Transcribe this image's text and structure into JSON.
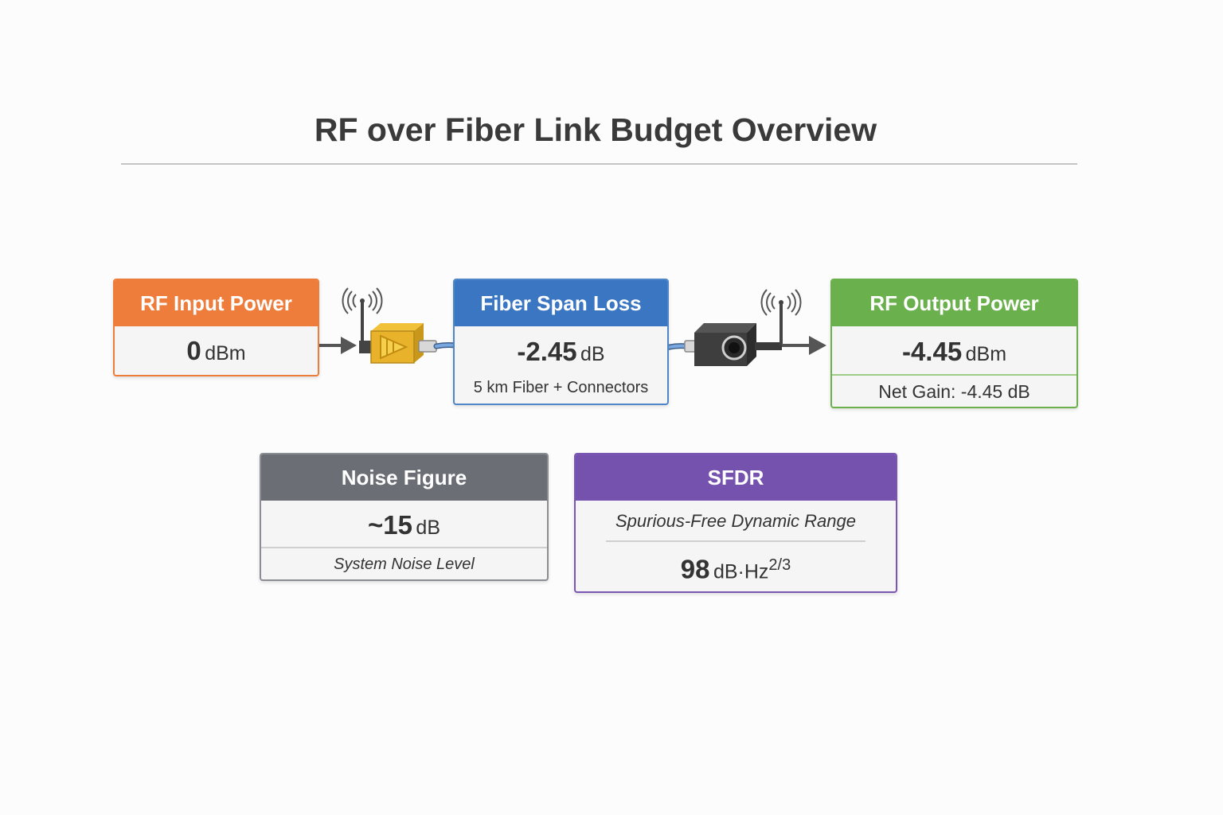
{
  "title": "RF over Fiber Link Budget Overview",
  "rf_input": {
    "header": "RF Input Power",
    "value": "0",
    "unit": "dBm"
  },
  "fiber_span": {
    "header": "Fiber Span Loss",
    "value": "-2.45",
    "unit": "dB",
    "description": "5 km Fiber + Connectors"
  },
  "rf_output": {
    "header": "RF Output Power",
    "value": "-4.45",
    "unit": "dBm",
    "net_gain_label": "Net Gain:",
    "net_gain_value": "-4.45 dB"
  },
  "noise_figure": {
    "header": "Noise Figure",
    "value": "~15",
    "unit": "dB",
    "description": "System Noise Level"
  },
  "sfdr": {
    "header": "SFDR",
    "description": "Spurious-Free Dynamic Range",
    "value": "98",
    "unit": "dB·Hz",
    "exponent": "2/3"
  },
  "icons": [
    "antenna-icon",
    "laser-transmitter-icon",
    "fiber-connector-icon",
    "photodetector-receiver-icon",
    "arrow-icon"
  ],
  "colors": {
    "input": "#ee7d3b",
    "fiber": "#3b76c3",
    "output": "#6ab04c",
    "noise": "#6b6f75",
    "sfdr": "#7452ae",
    "cable": "#6f9ed8"
  }
}
